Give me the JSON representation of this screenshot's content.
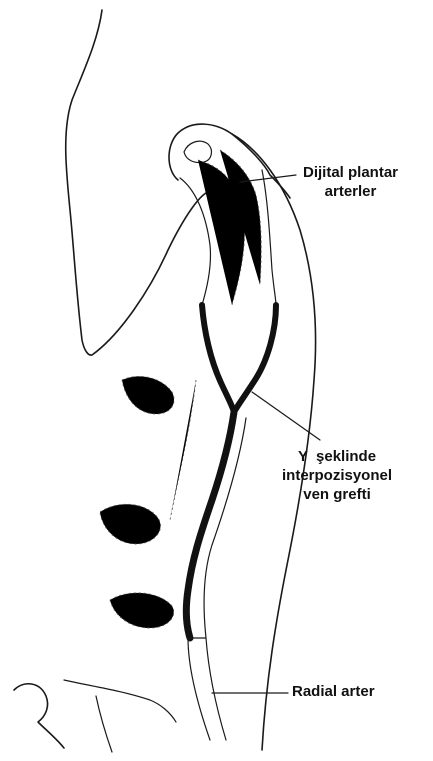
{
  "labels": {
    "digital_arteries": [
      "Dijital plantar",
      "arterler"
    ],
    "y_graft": [
      "Y  şeklinde",
      "interpozisyonel",
      "ven grefti"
    ],
    "radial_artery": "Radial arter"
  },
  "colors": {
    "ink": "#1a1a1a",
    "graft": "#111111",
    "background": "#ffffff"
  }
}
